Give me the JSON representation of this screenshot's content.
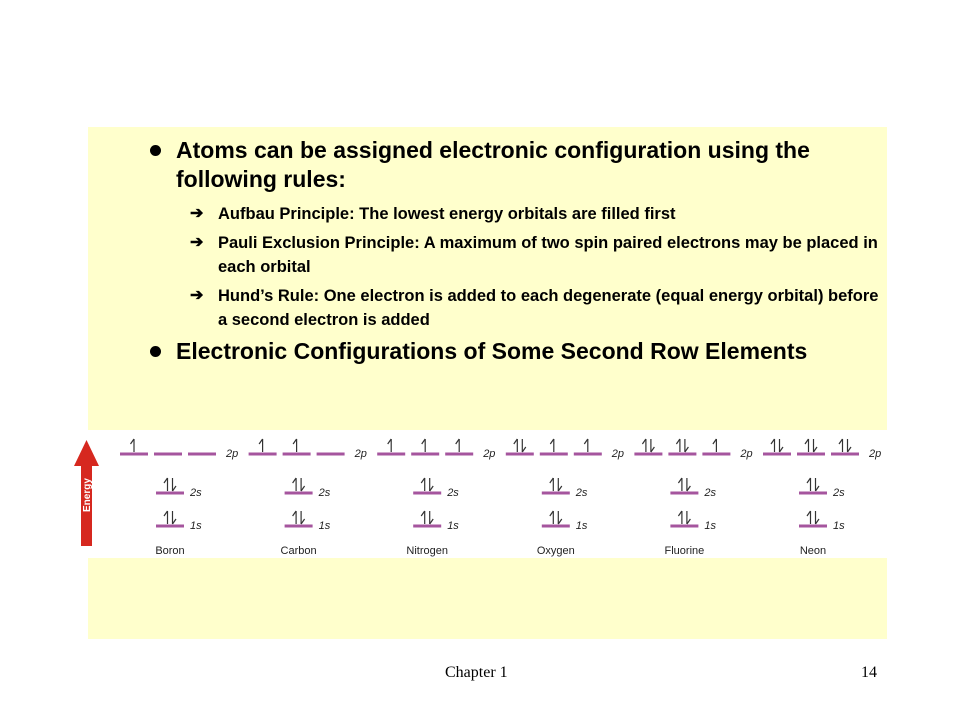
{
  "slide": {
    "bullets": [
      {
        "text": "Atoms can be assigned  electronic configuration using the following rules:",
        "subs": [
          "Aufbau Principle: The lowest energy orbitals are filled first",
          "Pauli Exclusion Principle: A maximum of two spin paired electrons may be placed in each orbital",
          "Hund’s Rule: One electron is added to each degenerate (equal energy orbital) before a second electron is added"
        ]
      },
      {
        "text": "Electronic Configurations of Some Second Row Elements"
      }
    ],
    "footer_left": "Chapter 1",
    "footer_right": "14"
  },
  "diagram": {
    "energy_label": "Energy",
    "orbital_labels": {
      "p": "2p",
      "s2": "2s",
      "s1": "1s"
    },
    "elements": [
      {
        "name": "Boron",
        "p": [
          "up",
          "",
          ""
        ]
      },
      {
        "name": "Carbon",
        "p": [
          "up",
          "up",
          ""
        ]
      },
      {
        "name": "Nitrogen",
        "p": [
          "up",
          "up",
          "up"
        ]
      },
      {
        "name": "Oxygen",
        "p": [
          "pair",
          "up",
          "up"
        ]
      },
      {
        "name": "Fluorine",
        "p": [
          "pair",
          "pair",
          "up"
        ]
      },
      {
        "name": "Neon",
        "p": [
          "pair",
          "pair",
          "pair"
        ]
      }
    ],
    "colors": {
      "line": "#a5559e",
      "arrow": "#d6281f",
      "panel": "#ffffcc"
    }
  }
}
